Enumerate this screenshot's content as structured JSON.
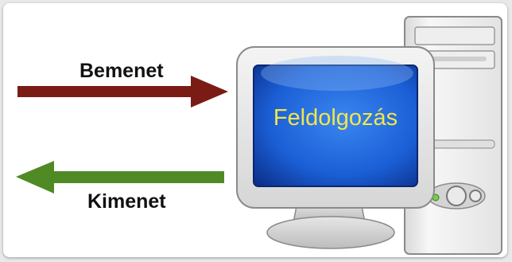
{
  "diagram": {
    "input_label": "Bemenet",
    "output_label": "Kimenet",
    "screen_text": "Feldolgozás"
  },
  "colors": {
    "input_arrow": "#7a1c14",
    "output_arrow": "#4f8a24",
    "screen_blue": "#1b5fd6",
    "screen_text": "#f2e64a"
  },
  "icons": [
    "computer-icon",
    "tower-icon",
    "monitor-icon"
  ]
}
